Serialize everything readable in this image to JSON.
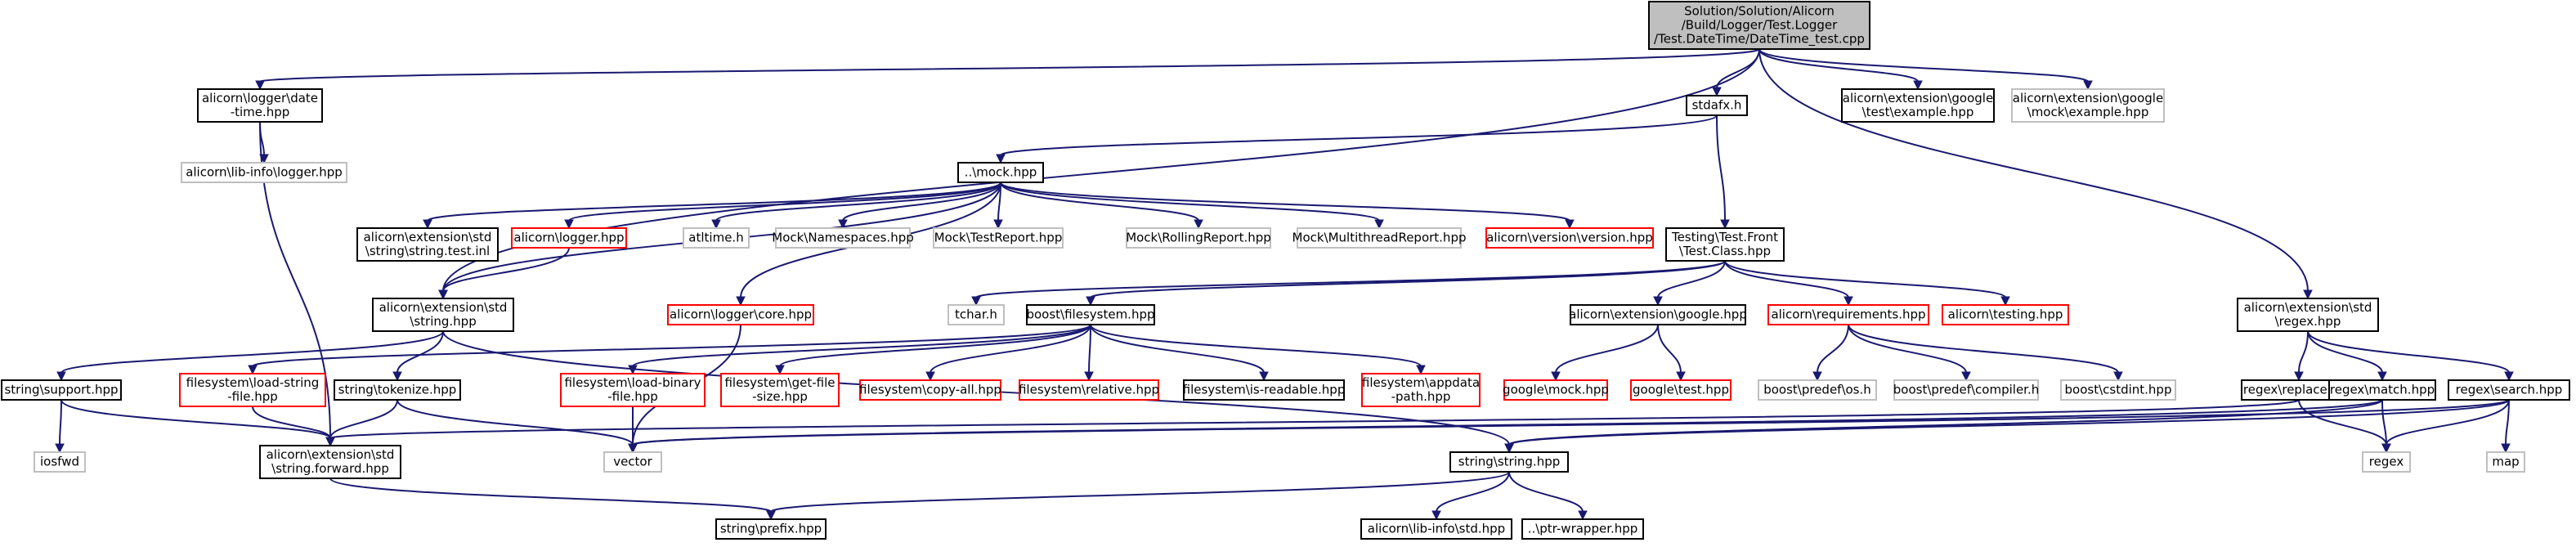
{
  "nodes": [
    {
      "id": "root",
      "lines": [
        "Solution/Solution/Alicorn",
        "/Build/Logger/Test.Logger",
        "/Test.DateTime/DateTime_test.cpp"
      ],
      "kind": "root"
    },
    {
      "id": "logger_date_time",
      "lines": [
        "alicorn\\logger\\date",
        "-time.hpp"
      ],
      "kind": "black"
    },
    {
      "id": "stdafx",
      "lines": [
        "stdafx.h"
      ],
      "kind": "black"
    },
    {
      "id": "google_test_example",
      "lines": [
        "alicorn\\extension\\google",
        "\\test\\example.hpp"
      ],
      "kind": "black"
    },
    {
      "id": "google_mock_example",
      "lines": [
        "alicorn\\extension\\google",
        "\\mock\\example.hpp"
      ],
      "kind": "grey"
    },
    {
      "id": "lib_info_logger",
      "lines": [
        "alicorn\\lib-info\\logger.hpp"
      ],
      "kind": "grey"
    },
    {
      "id": "mock_hpp",
      "lines": [
        "..\\mock.hpp"
      ],
      "kind": "black"
    },
    {
      "id": "string_test_inl",
      "lines": [
        "alicorn\\extension\\std",
        "\\string\\string.test.inl"
      ],
      "kind": "black"
    },
    {
      "id": "logger_hpp",
      "lines": [
        "alicorn\\logger.hpp"
      ],
      "kind": "red"
    },
    {
      "id": "atltime",
      "lines": [
        "atltime.h"
      ],
      "kind": "grey"
    },
    {
      "id": "mock_namespaces",
      "lines": [
        "Mock\\Namespaces.hpp"
      ],
      "kind": "grey"
    },
    {
      "id": "mock_test_report",
      "lines": [
        "Mock\\TestReport.hpp"
      ],
      "kind": "grey"
    },
    {
      "id": "mock_rolling_report",
      "lines": [
        "Mock\\RollingReport.hpp"
      ],
      "kind": "grey"
    },
    {
      "id": "mock_multithread_report",
      "lines": [
        "Mock\\MultithreadReport.hpp"
      ],
      "kind": "grey"
    },
    {
      "id": "version_hpp",
      "lines": [
        "alicorn\\version\\version.hpp"
      ],
      "kind": "red"
    },
    {
      "id": "test_class",
      "lines": [
        "Testing\\Test.Front",
        "\\Test.Class.hpp"
      ],
      "kind": "black"
    },
    {
      "id": "ext_std_string",
      "lines": [
        "alicorn\\extension\\std",
        "\\string.hpp"
      ],
      "kind": "black"
    },
    {
      "id": "logger_core",
      "lines": [
        "alicorn\\logger\\core.hpp"
      ],
      "kind": "red"
    },
    {
      "id": "tchar",
      "lines": [
        "tchar.h"
      ],
      "kind": "grey"
    },
    {
      "id": "boost_filesystem",
      "lines": [
        "boost\\filesystem.hpp"
      ],
      "kind": "black"
    },
    {
      "id": "ext_google",
      "lines": [
        "alicorn\\extension\\google.hpp"
      ],
      "kind": "black"
    },
    {
      "id": "requirements",
      "lines": [
        "alicorn\\requirements.hpp"
      ],
      "kind": "red"
    },
    {
      "id": "testing_hpp",
      "lines": [
        "alicorn\\testing.hpp"
      ],
      "kind": "red"
    },
    {
      "id": "ext_std_regex",
      "lines": [
        "alicorn\\extension\\std",
        "\\regex.hpp"
      ],
      "kind": "black"
    },
    {
      "id": "string_support",
      "lines": [
        "string\\support.hpp"
      ],
      "kind": "black"
    },
    {
      "id": "fs_load_string",
      "lines": [
        "filesystem\\load-string",
        "-file.hpp"
      ],
      "kind": "red"
    },
    {
      "id": "string_tokenize",
      "lines": [
        "string\\tokenize.hpp"
      ],
      "kind": "black"
    },
    {
      "id": "fs_load_binary",
      "lines": [
        "filesystem\\load-binary",
        "-file.hpp"
      ],
      "kind": "red"
    },
    {
      "id": "fs_get_file_size",
      "lines": [
        "filesystem\\get-file",
        "-size.hpp"
      ],
      "kind": "red"
    },
    {
      "id": "fs_copy_all",
      "lines": [
        "filesystem\\copy-all.hpp"
      ],
      "kind": "red"
    },
    {
      "id": "fs_relative",
      "lines": [
        "filesystem\\relative.hpp"
      ],
      "kind": "red"
    },
    {
      "id": "fs_is_readable",
      "lines": [
        "filesystem\\is-readable.hpp"
      ],
      "kind": "black"
    },
    {
      "id": "fs_appdata_path",
      "lines": [
        "filesystem\\appdata",
        "-path.hpp"
      ],
      "kind": "red"
    },
    {
      "id": "google_mock",
      "lines": [
        "google\\mock.hpp"
      ],
      "kind": "red"
    },
    {
      "id": "google_test",
      "lines": [
        "google\\test.hpp"
      ],
      "kind": "red"
    },
    {
      "id": "boost_predef_os",
      "lines": [
        "boost\\predef\\os.h"
      ],
      "kind": "grey"
    },
    {
      "id": "boost_predef_compiler",
      "lines": [
        "boost\\predef\\compiler.h"
      ],
      "kind": "grey"
    },
    {
      "id": "boost_cstdint",
      "lines": [
        "boost\\cstdint.hpp"
      ],
      "kind": "grey"
    },
    {
      "id": "regex_replace",
      "lines": [
        "regex\\replace.hpp"
      ],
      "kind": "black"
    },
    {
      "id": "regex_match",
      "lines": [
        "regex\\match.hpp"
      ],
      "kind": "black"
    },
    {
      "id": "regex_search",
      "lines": [
        "regex\\search.hpp"
      ],
      "kind": "black"
    },
    {
      "id": "iosfwd",
      "lines": [
        "iosfwd"
      ],
      "kind": "grey"
    },
    {
      "id": "string_forward",
      "lines": [
        "alicorn\\extension\\std",
        "\\string.forward.hpp"
      ],
      "kind": "black"
    },
    {
      "id": "vector",
      "lines": [
        "vector"
      ],
      "kind": "grey"
    },
    {
      "id": "string_string",
      "lines": [
        "string\\string.hpp"
      ],
      "kind": "black"
    },
    {
      "id": "regex",
      "lines": [
        "regex"
      ],
      "kind": "grey"
    },
    {
      "id": "map",
      "lines": [
        "map"
      ],
      "kind": "grey"
    },
    {
      "id": "string_prefix",
      "lines": [
        "string\\prefix.hpp"
      ],
      "kind": "black"
    },
    {
      "id": "lib_info_std",
      "lines": [
        "alicorn\\lib-info\\std.hpp"
      ],
      "kind": "black"
    },
    {
      "id": "ptr_wrapper",
      "lines": [
        "..\\ptr-wrapper.hpp"
      ],
      "kind": "black"
    }
  ],
  "edges": [
    [
      "root",
      "logger_date_time"
    ],
    [
      "root",
      "stdafx"
    ],
    [
      "root",
      "google_test_example"
    ],
    [
      "root",
      "google_mock_example"
    ],
    [
      "root",
      "ext_std_string"
    ],
    [
      "root",
      "ext_std_regex"
    ],
    [
      "logger_date_time",
      "lib_info_logger"
    ],
    [
      "logger_date_time",
      "string_forward"
    ],
    [
      "stdafx",
      "mock_hpp"
    ],
    [
      "stdafx",
      "test_class"
    ],
    [
      "mock_hpp",
      "string_test_inl"
    ],
    [
      "mock_hpp",
      "logger_hpp"
    ],
    [
      "mock_hpp",
      "atltime"
    ],
    [
      "mock_hpp",
      "mock_namespaces"
    ],
    [
      "mock_hpp",
      "mock_test_report"
    ],
    [
      "mock_hpp",
      "mock_rolling_report"
    ],
    [
      "mock_hpp",
      "mock_multithread_report"
    ],
    [
      "mock_hpp",
      "version_hpp"
    ],
    [
      "mock_hpp",
      "ext_std_string"
    ],
    [
      "mock_hpp",
      "logger_core"
    ],
    [
      "logger_hpp",
      "ext_std_string"
    ],
    [
      "test_class",
      "tchar"
    ],
    [
      "test_class",
      "boost_filesystem"
    ],
    [
      "test_class",
      "ext_google"
    ],
    [
      "test_class",
      "requirements"
    ],
    [
      "test_class",
      "testing_hpp"
    ],
    [
      "ext_std_string",
      "string_support"
    ],
    [
      "ext_std_string",
      "string_tokenize"
    ],
    [
      "ext_std_string",
      "string_string"
    ],
    [
      "logger_core",
      "vector"
    ],
    [
      "boost_filesystem",
      "fs_load_string"
    ],
    [
      "boost_filesystem",
      "fs_load_binary"
    ],
    [
      "boost_filesystem",
      "fs_get_file_size"
    ],
    [
      "boost_filesystem",
      "fs_copy_all"
    ],
    [
      "boost_filesystem",
      "fs_relative"
    ],
    [
      "boost_filesystem",
      "fs_is_readable"
    ],
    [
      "boost_filesystem",
      "fs_appdata_path"
    ],
    [
      "ext_google",
      "google_mock"
    ],
    [
      "ext_google",
      "google_test"
    ],
    [
      "requirements",
      "boost_predef_os"
    ],
    [
      "requirements",
      "boost_predef_compiler"
    ],
    [
      "requirements",
      "boost_cstdint"
    ],
    [
      "ext_std_regex",
      "regex_replace"
    ],
    [
      "ext_std_regex",
      "regex_match"
    ],
    [
      "ext_std_regex",
      "regex_search"
    ],
    [
      "string_support",
      "iosfwd"
    ],
    [
      "string_support",
      "string_forward"
    ],
    [
      "fs_load_string",
      "string_forward"
    ],
    [
      "string_tokenize",
      "string_forward"
    ],
    [
      "string_tokenize",
      "vector"
    ],
    [
      "fs_load_binary",
      "vector"
    ],
    [
      "regex_replace",
      "string_forward"
    ],
    [
      "regex_replace",
      "regex"
    ],
    [
      "regex_match",
      "string_string"
    ],
    [
      "regex_match",
      "regex"
    ],
    [
      "regex_match",
      "vector"
    ],
    [
      "regex_search",
      "string_string"
    ],
    [
      "regex_search",
      "regex"
    ],
    [
      "regex_search",
      "map"
    ],
    [
      "regex_search",
      "vector"
    ],
    [
      "string_forward",
      "string_prefix"
    ],
    [
      "string_string",
      "string_prefix"
    ],
    [
      "string_string",
      "lib_info_std"
    ],
    [
      "string_string",
      "ptr_wrapper"
    ]
  ]
}
